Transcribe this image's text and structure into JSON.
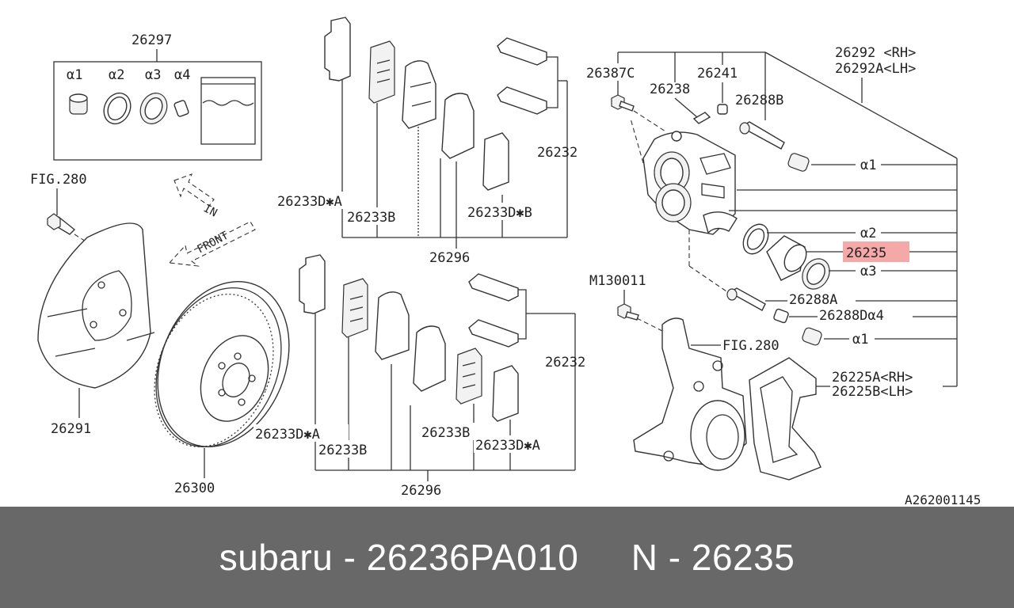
{
  "diagram": {
    "labels": {
      "kit_26297": "26297",
      "a1": "α1",
      "a2": "α2",
      "a3": "α3",
      "a4": "α4",
      "fig280_top": "FIG.280",
      "in": "IN",
      "front": "FRONT",
      "shield_26291": "26291",
      "rotor_26300": "26300",
      "pad_26233DA_top": "26233D✱A",
      "pad_26233B_top": "26233B",
      "pad_26233DB_top": "26233D✱B",
      "clip_26232_top": "26232",
      "set_26296_top": "26296",
      "pad_26233DA_bot": "26233D✱A",
      "pad_26233B_bot1": "26233B",
      "pad_26233B_bot2": "26233B",
      "pad_26233DA_bot2": "26233D✱A",
      "clip_26232_bot": "26232",
      "set_26296_bot": "26296",
      "bolt_26387C": "26387C",
      "bleeder_26238": "26238",
      "cap_26241": "26241",
      "pin_26288B": "26288B",
      "caliper_rh": "26292 <RH>",
      "caliper_lh": "26292A<LH>",
      "r_a1": "α1",
      "r_a2": "α2",
      "piston_26235": "26235",
      "r_a3": "α3",
      "bolt_M130011": "M130011",
      "pin_26288A": "26288A",
      "boot_26288D": "26288Dα4",
      "r_a1b": "α1",
      "fig280_right": "FIG.280",
      "support_rh": "26225A<RH>",
      "support_lh": "26225B<LH>",
      "ref_code": "A262001145"
    }
  },
  "footer": {
    "brand": "subaru",
    "sep1": " - ",
    "part_number": "26236PA010",
    "gap": "     ",
    "n_label": "N",
    "sep2": " - ",
    "n_value": "26235"
  },
  "colors": {
    "highlight": "#f28b8b",
    "footer_bg": "#686868",
    "line": "#333333"
  }
}
